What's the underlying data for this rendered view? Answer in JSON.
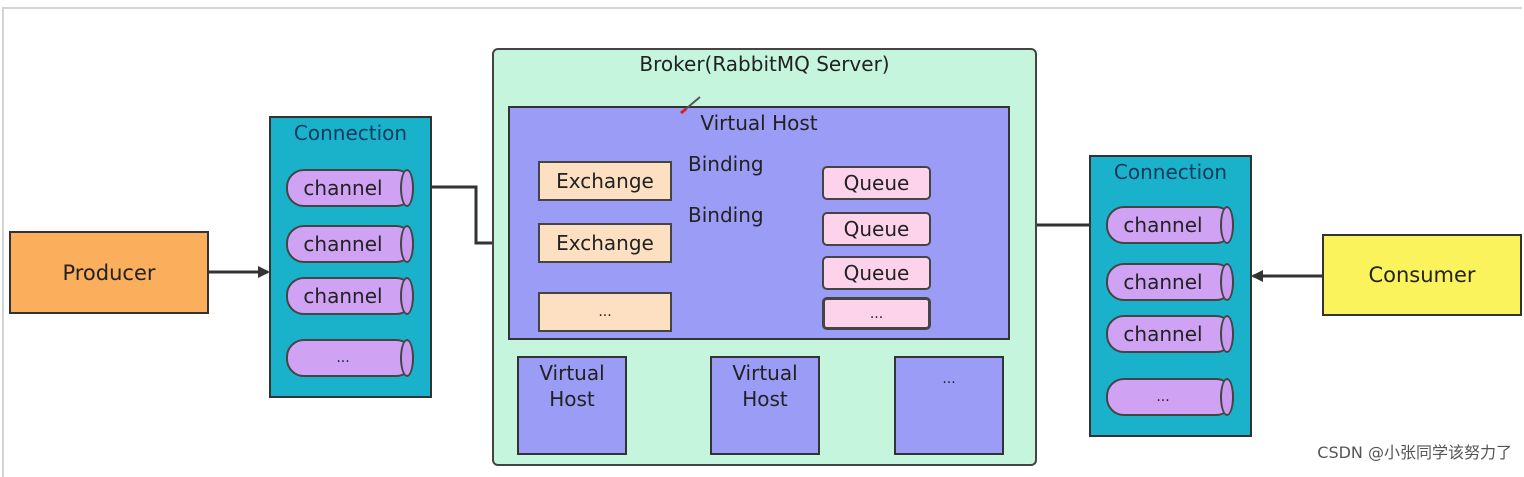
{
  "producer": {
    "label": "Producer"
  },
  "consumer": {
    "label": "Consumer"
  },
  "left_connection": {
    "title": "Connection",
    "channels": [
      "channel",
      "channel",
      "channel",
      "..."
    ]
  },
  "right_connection": {
    "title": "Connection",
    "channels": [
      "channel",
      "channel",
      "channel",
      "..."
    ]
  },
  "broker": {
    "title": "Broker(RabbitMQ Server)",
    "virtual_host": {
      "title": "Virtual Host",
      "exchanges": [
        "Exchange",
        "Exchange",
        "..."
      ],
      "bindings": [
        "Binding",
        "Binding"
      ],
      "queues": [
        "Queue",
        "Queue",
        "Queue",
        "..."
      ]
    },
    "other_virtual_hosts": [
      "Virtual Host",
      "Virtual Host",
      "..."
    ]
  },
  "watermark": "CSDN @小张同学该努力了",
  "colors": {
    "producer": "#fbae5b",
    "consumer": "#fbf35c",
    "connection": "#1ab2cb",
    "channel": "#cfa2f4",
    "broker": "#c6f5dd",
    "virtual_host": "#9a9cf5",
    "exchange": "#fde0c1",
    "queue": "#fdd3ec"
  }
}
